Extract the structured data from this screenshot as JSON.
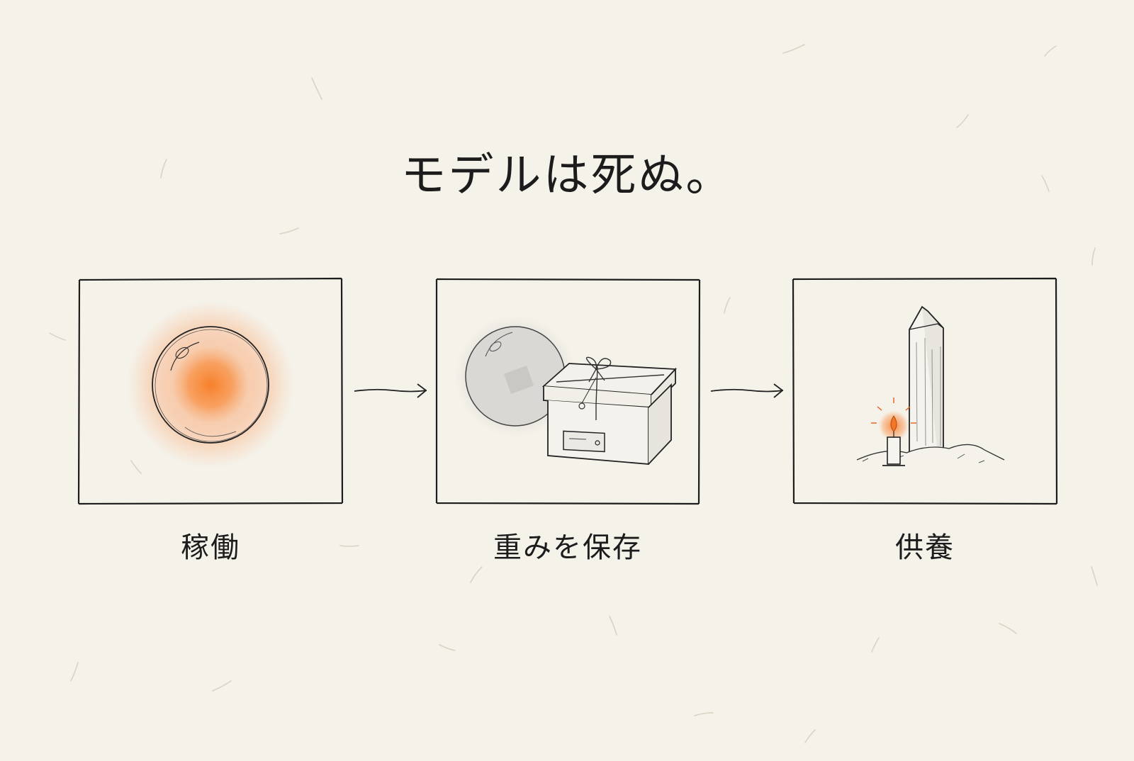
{
  "diagram": {
    "title": "モデルは死ぬ。",
    "stages": [
      {
        "caption": "稼働",
        "icon": "glowing-orb"
      },
      {
        "caption": "重みを保存",
        "icon": "faded-orb-and-tied-box"
      },
      {
        "caption": "供養",
        "icon": "wooden-grave-marker-with-candle"
      }
    ],
    "colors": {
      "paper": "#f5f2ea",
      "ink": "#1b1b1b",
      "glow": "#f7903f",
      "faded": "#b9b9b6"
    }
  }
}
